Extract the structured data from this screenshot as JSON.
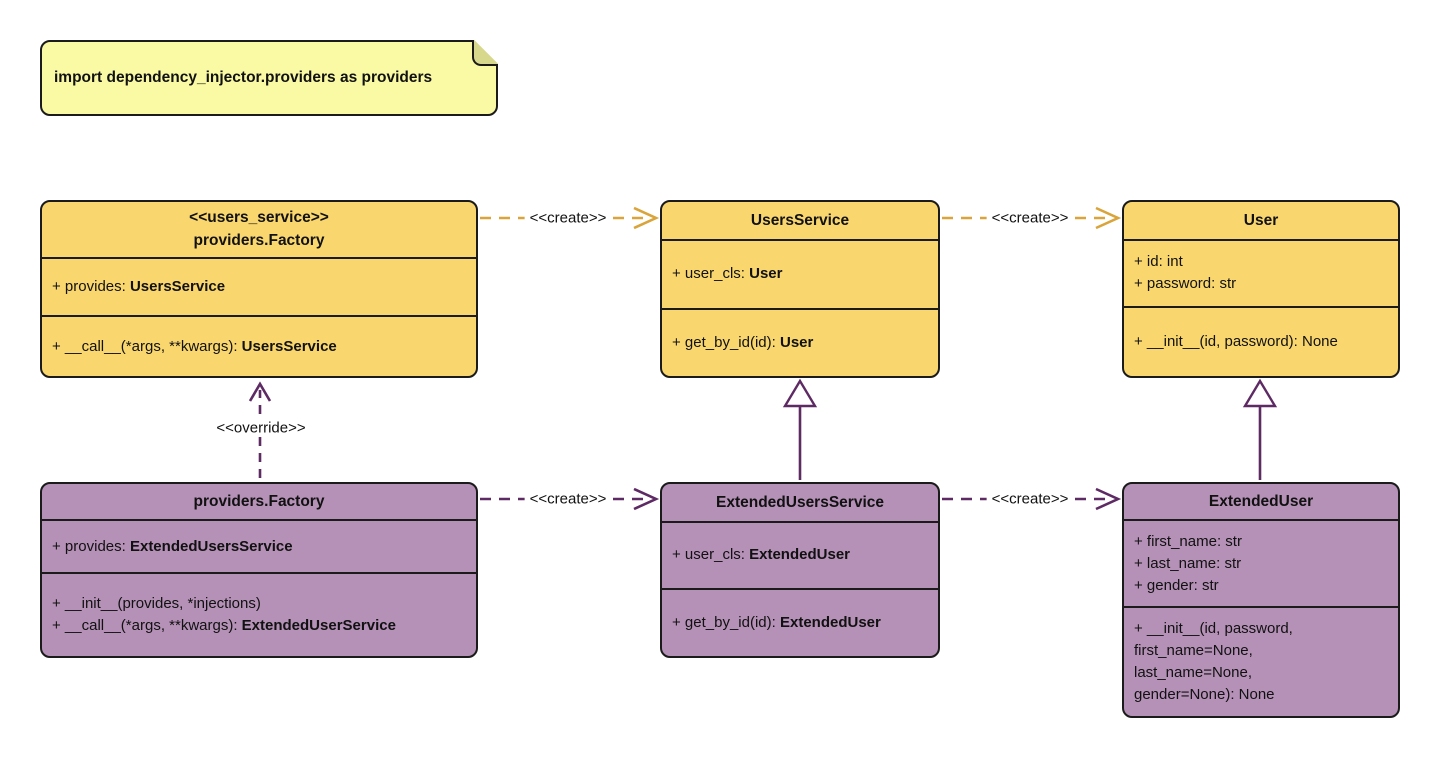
{
  "note": {
    "text": "import dependency_injector.providers as providers"
  },
  "colors": {
    "class_fill_yellow": "#FAD76E",
    "class_fill_purple": "#B591B7",
    "note_fill": "#FAFAA5",
    "border_black": "#1b1b1b",
    "arrow_gold": "#D9A43A",
    "arrow_purple": "#5E2A64"
  },
  "classes": [
    {
      "stereotype": "<<users_service>>",
      "name": "providers.Factory",
      "attributes": [
        {
          "text": "+ provides: ",
          "type": "UsersService"
        }
      ],
      "methods": [
        {
          "text": "+ __call__(*args, **kwargs): ",
          "type": "UsersService"
        }
      ]
    },
    {
      "name": "UsersService",
      "attributes": [
        {
          "text": "+ user_cls: ",
          "type": "User"
        }
      ],
      "methods": [
        {
          "text": "+ get_by_id(id): ",
          "type": "User"
        }
      ]
    },
    {
      "name": "User",
      "attributes": [
        {
          "text": "+ id: int"
        },
        {
          "text": "+ password: str"
        }
      ],
      "methods": [
        {
          "text": "+ __init__(id, password): None"
        }
      ]
    },
    {
      "name": "providers.Factory",
      "attributes": [
        {
          "text": "+ provides: ",
          "type": "ExtendedUsersService"
        }
      ],
      "methods": [
        {
          "text": "+ __init__(provides, *injections)"
        },
        {
          "text": "+ __call__(*args, **kwargs): ",
          "type": "ExtendedUserService"
        }
      ]
    },
    {
      "name": "ExtendedUsersService",
      "attributes": [
        {
          "text": "+ user_cls: ",
          "type": "ExtendedUser"
        }
      ],
      "methods": [
        {
          "text": "+ get_by_id(id): ",
          "type": "ExtendedUser"
        }
      ]
    },
    {
      "name": "ExtendedUser",
      "attributes": [
        {
          "text": "+ first_name: str"
        },
        {
          "text": "+ last_name: str"
        },
        {
          "text": "+ gender: str"
        }
      ],
      "methods": [
        {
          "text": "+ __init__(id, password, first_name=None, last_name=None, gender=None): None"
        }
      ]
    }
  ],
  "edges": [
    {
      "from": "providers.Factory <<users_service>>",
      "to": "UsersService",
      "label": "<<create>>",
      "kind": "create",
      "style": "dashed-gold"
    },
    {
      "from": "UsersService",
      "to": "User",
      "label": "<<create>>",
      "kind": "create",
      "style": "dashed-gold"
    },
    {
      "from": "providers.Factory",
      "to": "ExtendedUsersService",
      "label": "<<create>>",
      "kind": "create",
      "style": "dashed-purple"
    },
    {
      "from": "ExtendedUsersService",
      "to": "ExtendedUser",
      "label": "<<create>>",
      "kind": "create",
      "style": "dashed-purple"
    },
    {
      "from": "providers.Factory",
      "to": "providers.Factory <<users_service>>",
      "label": "<<override>>",
      "kind": "override",
      "style": "dashed-purple"
    },
    {
      "from": "ExtendedUsersService",
      "to": "UsersService",
      "label": "",
      "kind": "inheritance",
      "style": "solid-purple"
    },
    {
      "from": "ExtendedUser",
      "to": "User",
      "label": "",
      "kind": "inheritance",
      "style": "solid-purple"
    }
  ]
}
